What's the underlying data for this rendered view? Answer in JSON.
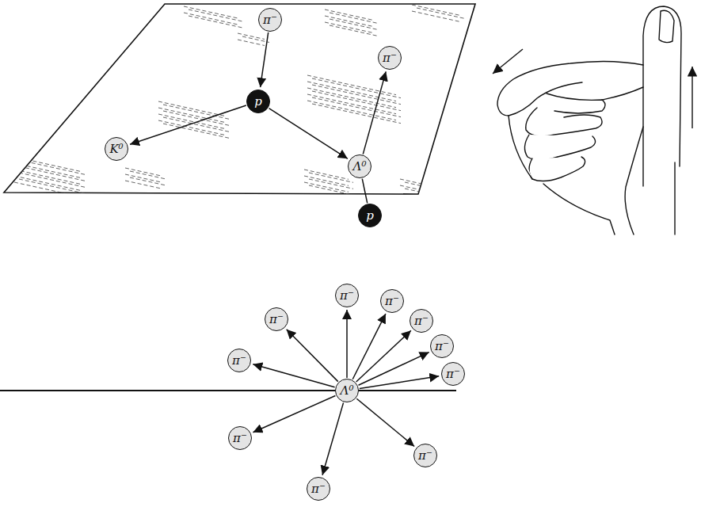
{
  "diagram": {
    "nodes": [
      {
        "text": [
          "π⁻"
        ]
      },
      {
        "text": [
          "p"
        ]
      },
      {
        "text": [
          "π⁻"
        ]
      },
      {
        "text": [
          "K⁰"
        ]
      },
      {
        "text": [
          "Λ⁰"
        ]
      },
      {
        "text": [
          "p"
        ]
      },
      {
        "text": [
          "π⁻"
        ]
      },
      {
        "text": [
          "π⁻"
        ]
      },
      {
        "text": [
          "π⁻"
        ]
      },
      {
        "text": [
          "π⁻"
        ]
      },
      {
        "text": [
          "π⁻"
        ]
      },
      {
        "text": [
          "π⁻"
        ]
      },
      {
        "text": [
          "π⁻"
        ]
      },
      {
        "text": [
          "Λ⁰"
        ]
      },
      {
        "text": [
          "π⁻"
        ]
      },
      {
        "text": [
          "π⁻"
        ]
      },
      {
        "text": [
          "π⁻"
        ]
      }
    ],
    "edges": [
      {
        "from": 0,
        "to": 1,
        "arrow": "to"
      },
      {
        "from": 1,
        "to": 3,
        "arrow": "to"
      },
      {
        "from": 1,
        "to": 4,
        "arrow": "to"
      },
      {
        "from": 4,
        "to": 2,
        "arrow": "to"
      },
      {
        "from": 4,
        "to": 5,
        "arrow": "none"
      },
      {
        "from": 13,
        "to": 6,
        "arrow": "to"
      },
      {
        "from": 13,
        "to": 7,
        "arrow": "to"
      },
      {
        "from": 13,
        "to": 8,
        "arrow": "to"
      },
      {
        "from": 13,
        "to": 9,
        "arrow": "to"
      },
      {
        "from": 13,
        "to": 10,
        "arrow": "to"
      },
      {
        "from": 13,
        "to": 11,
        "arrow": "to"
      },
      {
        "from": 13,
        "to": 12,
        "arrow": "to"
      },
      {
        "from": 13,
        "to": 14,
        "arrow": "to"
      },
      {
        "from": 13,
        "to": 15,
        "arrow": "to"
      },
      {
        "from": 13,
        "to": 16,
        "arrow": "to"
      }
    ]
  }
}
